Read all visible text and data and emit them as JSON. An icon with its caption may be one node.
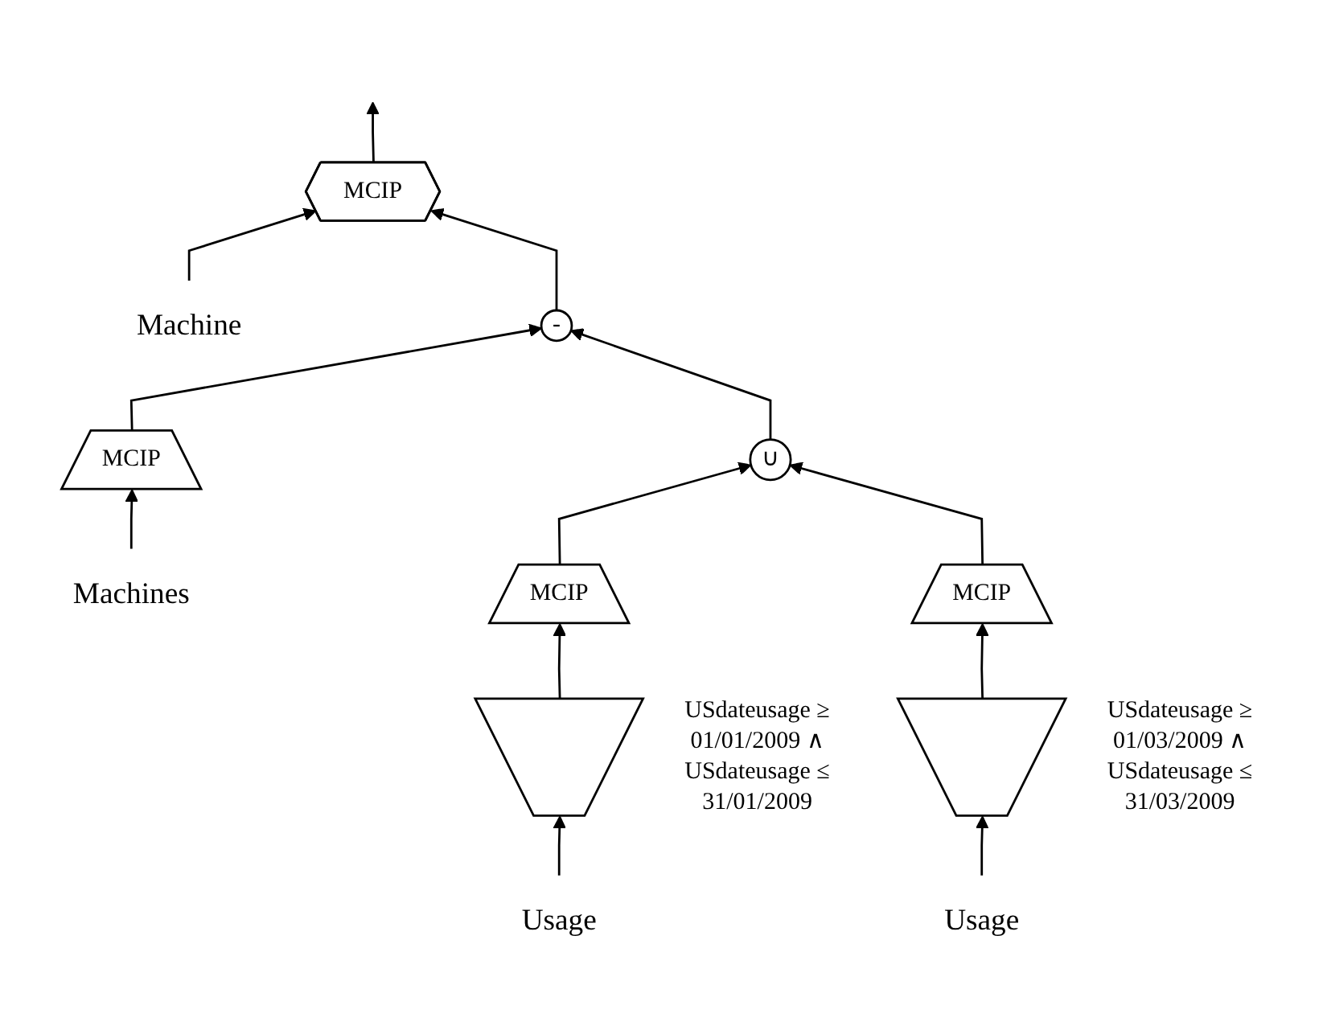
{
  "diagram": {
    "nodes": [
      {
        "text": [
          "MCIP"
        ]
      },
      {
        "text": [
          "Machine"
        ]
      },
      {
        "text": [
          "-"
        ]
      },
      {
        "text": [
          "∪"
        ]
      },
      {
        "text": [
          "MCIP"
        ]
      },
      {
        "text": [
          "Machines"
        ]
      },
      {
        "text": [
          "MCIP"
        ]
      },
      {
        "text": [],
        "shape": "trapezoid",
        "beside": [
          "USdateusage ≥ 01/01/2009 ∧ USdateusage ≤ 31/01/2009"
        ]
      },
      {
        "text": [
          "Usage"
        ]
      },
      {
        "text": [
          "MCIP"
        ]
      },
      {
        "text": [],
        "shape": "trapezoid",
        "beside": [
          "USdateusage ≥ 01/03/2009 ∧ USdateusage ≤ 31/03/2009"
        ]
      },
      {
        "text": [
          "Usage"
        ]
      }
    ],
    "edges": [
      {
        "from": 0,
        "to": null,
        "arrow": "to"
      },
      {
        "from": 1,
        "to": 0,
        "arrow": "to"
      },
      {
        "from": 2,
        "to": 0,
        "arrow": "to"
      },
      {
        "from": 4,
        "to": 2,
        "arrow": "to"
      },
      {
        "from": 3,
        "to": 2,
        "arrow": "to"
      },
      {
        "from": 6,
        "to": 3,
        "arrow": "to"
      },
      {
        "from": 9,
        "to": 3,
        "arrow": "to"
      },
      {
        "from": 5,
        "to": 4,
        "arrow": "to"
      },
      {
        "from": 7,
        "to": 6,
        "arrow": "to"
      },
      {
        "from": 8,
        "to": 7,
        "arrow": "to"
      },
      {
        "from": 10,
        "to": 9,
        "arrow": "to"
      },
      {
        "from": 11,
        "to": 10,
        "arrow": "to"
      }
    ]
  }
}
